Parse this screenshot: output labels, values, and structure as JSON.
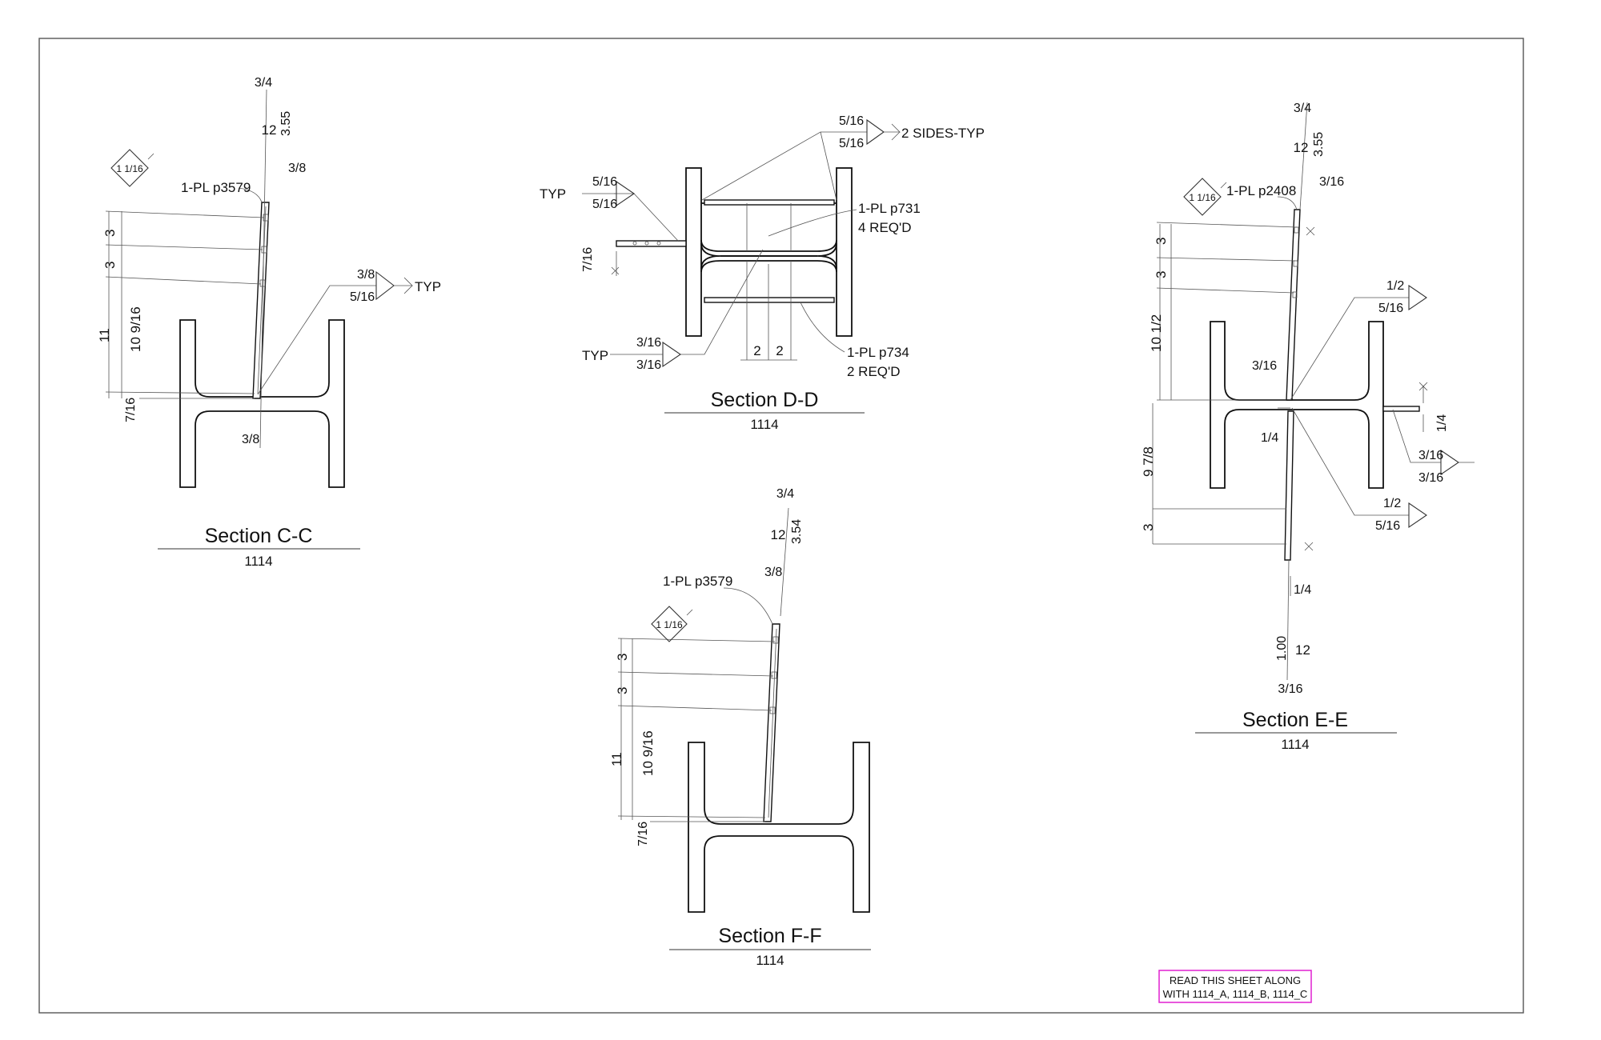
{
  "note": {
    "line1": "READ THIS SHEET ALONG",
    "line2": "WITH 1114_A, 1114_B, 1114_C",
    "color": "#e020d0"
  },
  "section_cc": {
    "title": "Section C-C",
    "ref": "1114",
    "plate": "1-PL p3579",
    "weld_label": "TYP",
    "weld_top": "3/8",
    "weld_bottom": "5/16",
    "slope_top": "3/4",
    "slope_run": "12",
    "slope_rise": "3.55",
    "plate_thk_top": "3/8",
    "plate_thk_bottom": "3/8",
    "hole_tag": "1 1/16",
    "dims": [
      "3",
      "3",
      "11",
      "10 9/16",
      "7/16"
    ]
  },
  "section_dd": {
    "title": "Section D-D",
    "ref": "1114",
    "plate_a": "1-PL p731",
    "plate_a_qty": "4 REQ'D",
    "plate_b": "1-PL p734",
    "plate_b_qty": "2 REQ'D",
    "weld_sides": "2 SIDES-TYP",
    "weld_sides_top": "5/16",
    "weld_sides_bottom": "5/16",
    "weld_left_label": "TYP",
    "weld_left_top": "5/16",
    "weld_left_bottom": "5/16",
    "weld_bottom_label": "TYP",
    "weld_bottom_top": "3/16",
    "weld_bottom_bottom": "3/16",
    "tab_dim": "7/16",
    "dims": [
      "2",
      "2"
    ]
  },
  "section_ee": {
    "title": "Section E-E",
    "ref": "1114",
    "plate": "1-PL p2408",
    "slope_top": "3/4",
    "slope_run": "12",
    "slope_rise": "3.55",
    "plate_thk_top": "3/16",
    "hole_tag": "1 1/16",
    "weld1_top": "1/2",
    "weld1_bottom": "5/16",
    "weld2_top": "3/16",
    "weld2_bottom": "3/16",
    "weld3_top": "1/2",
    "weld3_bottom": "5/16",
    "web_dim": "3/16",
    "gap_dim": "1/4",
    "tab_dim": "1/4",
    "bottom_thk": "1/4",
    "bottom_run": "12",
    "bottom_rise": "1.00",
    "bottom_frac": "3/16",
    "dims": [
      "3",
      "3",
      "10 1/2",
      "9 7/8",
      "3"
    ]
  },
  "section_ff": {
    "title": "Section F-F",
    "ref": "1114",
    "plate": "1-PL p3579",
    "slope_top": "3/4",
    "slope_run": "12",
    "slope_rise": "3.54",
    "plate_thk_top": "3/8",
    "hole_tag": "1 1/16",
    "dims": [
      "3",
      "3",
      "11",
      "10 9/16",
      "7/16"
    ]
  }
}
